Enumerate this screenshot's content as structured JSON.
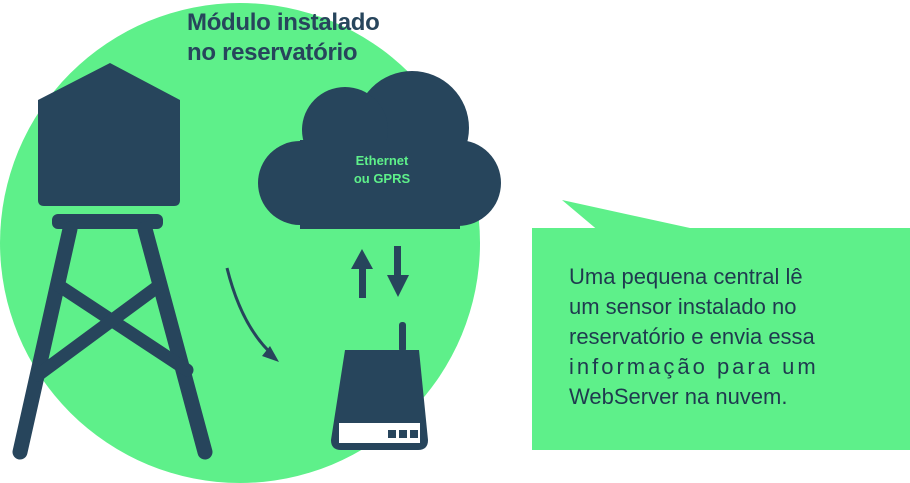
{
  "title": {
    "line1": "Módulo instalado",
    "line2": "no reservatório"
  },
  "cloud": {
    "line1": "Ethernet",
    "line2": "ou GPRS"
  },
  "bubble": {
    "lines": [
      "Uma pequena central lê",
      "um sensor instalado no",
      "reservatório e envia essa",
      "informação para um",
      "WebServer na nuvem."
    ]
  },
  "colors": {
    "green": "#5ef08a",
    "navy": "#27455c",
    "text": "#1f3a4f"
  },
  "icons": [
    "water-tower-icon",
    "cloud-icon",
    "upload-arrow-icon",
    "download-arrow-icon",
    "device-icon",
    "curved-arrow-icon"
  ]
}
